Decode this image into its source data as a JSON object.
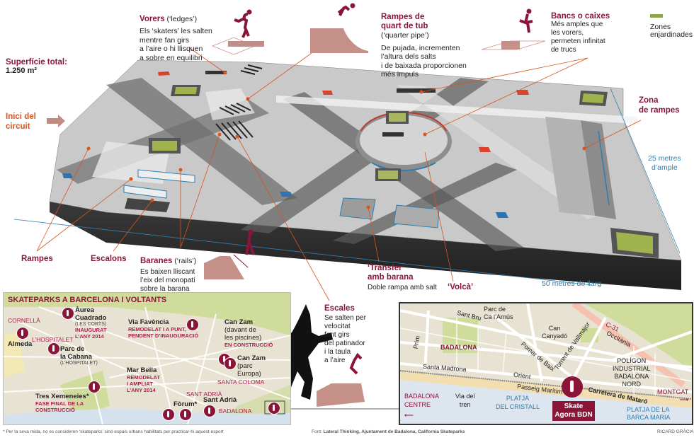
{
  "header": {
    "surface_label": "Superfície total:",
    "surface_value": "1.250 m²",
    "start_label_1": "Inici del",
    "start_label_2": "circuit"
  },
  "legend": {
    "green_zone_label_1": "Zones",
    "green_zone_label_2": "enjardinades",
    "green_color": "#8ea64a"
  },
  "callouts": {
    "vorers": {
      "title": "Vorers",
      "subtitle": " (‘ledges’)",
      "lines": [
        "Els ‘skaters’ les salten",
        "mentre fan girs",
        "a l’aire o hi llisquen",
        "a sobre en equilibri"
      ]
    },
    "rampes_quart": {
      "title_1": "Rampes de",
      "title_2": "quart de tub",
      "subtitle": "(‘quarter pipe’)",
      "lines": [
        "De pujada, incrementen",
        "l’altura dels salts",
        "i de baixada proporcionen",
        "més impuls"
      ]
    },
    "bancs": {
      "title": "Bancs o caixes",
      "lines": [
        "Més amples que",
        "les vorers,",
        "permeten infinitat",
        "de trucs"
      ]
    },
    "zona_rampes": {
      "title_1": "Zona",
      "title_2": "de rampes"
    },
    "width": {
      "line_1": "25 metres",
      "line_2": "d’ample"
    },
    "length": "50 metres de llarg",
    "rampes": "Rampes",
    "escalons": "Escalons",
    "baranes": {
      "title": "Baranes",
      "subtitle": " (‘rails’)",
      "lines": [
        "Es baixen lliscant",
        "l’eix del monopatí",
        "sobre la barana"
      ]
    },
    "transfer": {
      "title_1": "‘Transfer’",
      "title_2": "amb barana",
      "line": "Doble rampa amb salt"
    },
    "volca": "‘Volcà’",
    "escales": {
      "title": "Escales",
      "lines": [
        "Se salten per",
        "velocitat",
        "fent girs",
        "del patinador",
        "i la taula",
        "a l’aire"
      ]
    }
  },
  "bcn_map": {
    "title": "SKATEPARKS A BARCELONA I VOLTANTS",
    "areas": [
      "CORNELLÀ",
      "L’HOSPITALET",
      "SANTA COLOMA",
      "SANT ADRIÀ",
      "BADALONA"
    ],
    "parks": [
      {
        "name_1": "Àurea",
        "name_2": "Cuadrado",
        "sub": "(LES CORTS)",
        "status_1": "INAUGURAT",
        "status_2": "L’ANY 2014"
      },
      {
        "name_1": "Almeda"
      },
      {
        "name_1": "Parc de",
        "name_2": "la Cabana",
        "sub": "(L’HOSPITALET)"
      },
      {
        "name_1": "Tres Xemeneies*",
        "status_1": "FASE FINAL DE LA",
        "status_2": "CONSTRUCCIÓ"
      },
      {
        "name_1": "Via Favència",
        "status_1": "REMODELAT I A PUNT,",
        "status_2": "PENDENT D’INAUGURACIÓ"
      },
      {
        "name_1": "Mar Bella",
        "status_1": "REMODELAT",
        "status_2": "I AMPLIAT",
        "status_3": "L’ANY 2014"
      },
      {
        "name_1": "Can Zam",
        "name_2": "(davant de",
        "name_3": "les piscines)",
        "status_1": "EN CONSTRUCCIÓ"
      },
      {
        "name_1": "Can Zam",
        "name_2": "(parc",
        "name_3": "Europa)"
      },
      {
        "name_1": "Fòrum*"
      },
      {
        "name_1": "Sant Adrià"
      }
    ]
  },
  "bdn_map": {
    "streets": [
      "Sant Bru",
      "Prim",
      "Santa Madrona",
      "Pomar de Baix",
      "Orient",
      "Passeig Marítim",
      "Torrent de Vallmajor",
      "Occitània",
      "Carretera de Mataró",
      "C-31"
    ],
    "places": {
      "parc_1": "Parc de",
      "parc_2": "Ca l’Arnús",
      "can_1": "Can",
      "can_2": "Canyadó",
      "badalona": "BADALONA",
      "centre_1": "BADALONA",
      "centre_2": "CENTRE",
      "tren_1": "Via del",
      "tren_2": "tren",
      "platja1_1": "PLATJA",
      "platja1_2": "DEL CRISTALL",
      "poligon_1": "POLÍGON",
      "poligon_2": "INDUSTRIAL",
      "poligon_3": "BADALONA",
      "poligon_4": "NORD",
      "montgat": "MONTGAT",
      "platja2_1": "PLATJA DE LA",
      "platja2_2": "BARCA MARIA"
    },
    "skate_label_1": "Skate",
    "skate_label_2": "Agora BDN"
  },
  "footer": {
    "note": "* Per la seva mida, no es consideren ‘skateparks’ sinó espais urbans habilitats per practicar-hi aquest esport",
    "source_prefix": "Font: ",
    "source": "Lateral Thinking, Ajuntament de Badalona, California Skateparks",
    "credit": "RICARD GRÀCIA"
  },
  "colors": {
    "accent_red": "#8a1538",
    "accent_orange": "#d9541e",
    "measure_blue": "#2d7fb0",
    "map_bg": "#e8e2d3",
    "map_green": "#cfdc9c",
    "map_sea": "#dde6ef"
  }
}
